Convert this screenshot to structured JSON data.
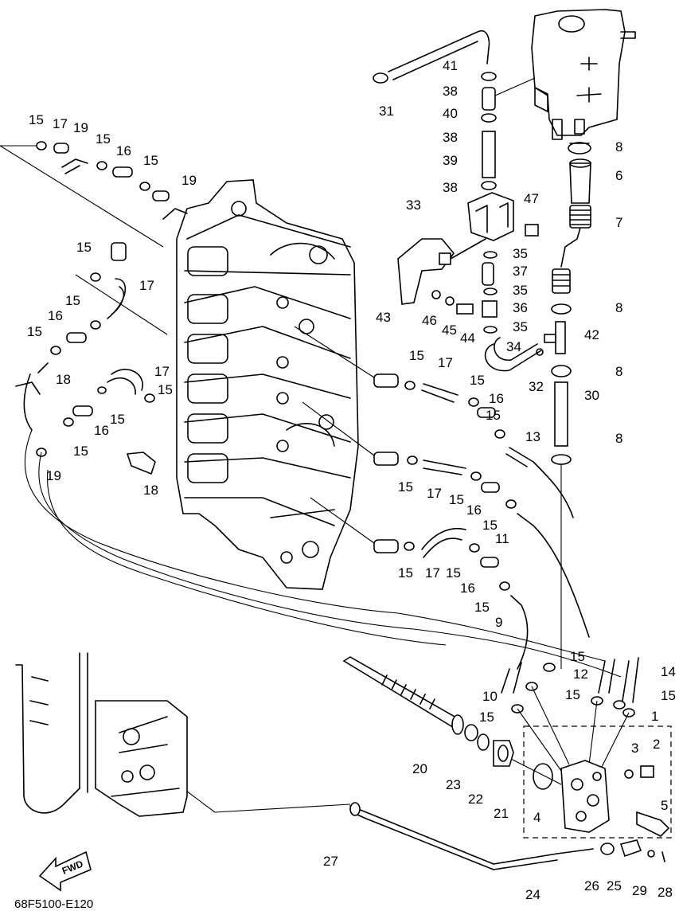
{
  "drawing_code": "68F5100-E120",
  "direction_label": "FWD",
  "callouts": [
    {
      "n": "41"
    },
    {
      "n": "38"
    },
    {
      "n": "40"
    },
    {
      "n": "38"
    },
    {
      "n": "39"
    },
    {
      "n": "38"
    },
    {
      "n": "31"
    },
    {
      "n": "33"
    },
    {
      "n": "47"
    },
    {
      "n": "8"
    },
    {
      "n": "6"
    },
    {
      "n": "7"
    },
    {
      "n": "35"
    },
    {
      "n": "37"
    },
    {
      "n": "35"
    },
    {
      "n": "36"
    },
    {
      "n": "35"
    },
    {
      "n": "42"
    },
    {
      "n": "8"
    },
    {
      "n": "8"
    },
    {
      "n": "34"
    },
    {
      "n": "32"
    },
    {
      "n": "30"
    },
    {
      "n": "8"
    },
    {
      "n": "43"
    },
    {
      "n": "46"
    },
    {
      "n": "45"
    },
    {
      "n": "44"
    },
    {
      "n": "15"
    },
    {
      "n": "17"
    },
    {
      "n": "19"
    },
    {
      "n": "15"
    },
    {
      "n": "16"
    },
    {
      "n": "15"
    },
    {
      "n": "19"
    },
    {
      "n": "15"
    },
    {
      "n": "17"
    },
    {
      "n": "15"
    },
    {
      "n": "16"
    },
    {
      "n": "15"
    },
    {
      "n": "18"
    },
    {
      "n": "17"
    },
    {
      "n": "15"
    },
    {
      "n": "15"
    },
    {
      "n": "16"
    },
    {
      "n": "15"
    },
    {
      "n": "19"
    },
    {
      "n": "18"
    },
    {
      "n": "15"
    },
    {
      "n": "17"
    },
    {
      "n": "15"
    },
    {
      "n": "16"
    },
    {
      "n": "15"
    },
    {
      "n": "13"
    },
    {
      "n": "15"
    },
    {
      "n": "17"
    },
    {
      "n": "15"
    },
    {
      "n": "16"
    },
    {
      "n": "15"
    },
    {
      "n": "11"
    },
    {
      "n": "15"
    },
    {
      "n": "17"
    },
    {
      "n": "15"
    },
    {
      "n": "16"
    },
    {
      "n": "15"
    },
    {
      "n": "9"
    },
    {
      "n": "15"
    },
    {
      "n": "14"
    },
    {
      "n": "12"
    },
    {
      "n": "10"
    },
    {
      "n": "15"
    },
    {
      "n": "15"
    },
    {
      "n": "15"
    },
    {
      "n": "1"
    },
    {
      "n": "3"
    },
    {
      "n": "2"
    },
    {
      "n": "5"
    },
    {
      "n": "4"
    },
    {
      "n": "20"
    },
    {
      "n": "23"
    },
    {
      "n": "22"
    },
    {
      "n": "21"
    },
    {
      "n": "27"
    },
    {
      "n": "24"
    },
    {
      "n": "26"
    },
    {
      "n": "25"
    },
    {
      "n": "29"
    },
    {
      "n": "28"
    }
  ]
}
